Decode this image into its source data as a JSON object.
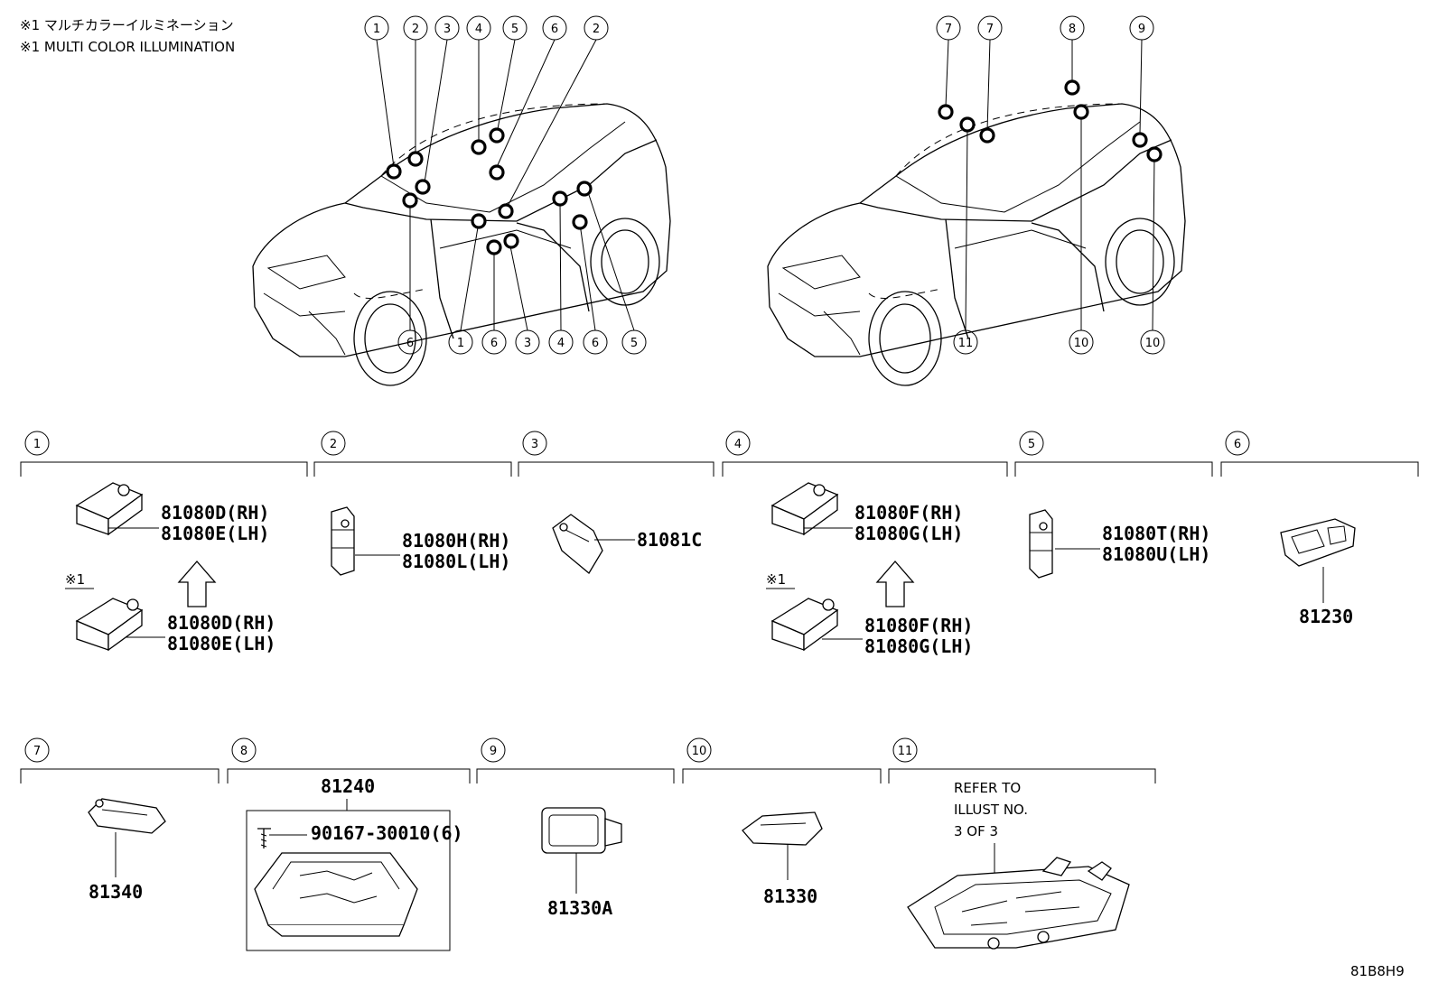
{
  "notes": {
    "jp": "※1 マルチカラーイルミネーション",
    "en": "※1 MULTI COLOR ILLUMINATION"
  },
  "callouts": {
    "left_top": [
      "1",
      "2",
      "3",
      "4",
      "5",
      "6",
      "2"
    ],
    "left_bottom": [
      "6",
      "1",
      "6",
      "3",
      "4",
      "6",
      "5"
    ],
    "right_top": [
      "7",
      "7",
      "8",
      "9"
    ],
    "right_bottom": [
      "11",
      "10",
      "10"
    ]
  },
  "groups": [
    {
      "num": "1",
      "parts": [
        "81080D(RH)",
        "81080E(LH)"
      ],
      "alt_mark": "※1",
      "alt_parts": [
        "81080D(RH)",
        "81080E(LH)"
      ]
    },
    {
      "num": "2",
      "parts": [
        "81080H(RH)",
        "81080L(LH)"
      ]
    },
    {
      "num": "3",
      "parts": [
        "81081C"
      ]
    },
    {
      "num": "4",
      "parts": [
        "81080F(RH)",
        "81080G(LH)"
      ],
      "alt_mark": "※1",
      "alt_parts": [
        "81080F(RH)",
        "81080G(LH)"
      ]
    },
    {
      "num": "5",
      "parts": [
        "81080T(RH)",
        "81080U(LH)"
      ]
    },
    {
      "num": "6",
      "parts": [
        "81230"
      ]
    },
    {
      "num": "7",
      "parts": [
        "81340"
      ]
    },
    {
      "num": "8",
      "parts": [
        "81240"
      ],
      "sub_part": "90167-30010(6)"
    },
    {
      "num": "9",
      "parts": [
        "81330A"
      ]
    },
    {
      "num": "10",
      "parts": [
        "81330"
      ]
    },
    {
      "num": "11",
      "refer": [
        "REFER TO",
        "ILLUST NO.",
        "3 OF 3"
      ]
    }
  ],
  "diagram_code": "81B8H9"
}
